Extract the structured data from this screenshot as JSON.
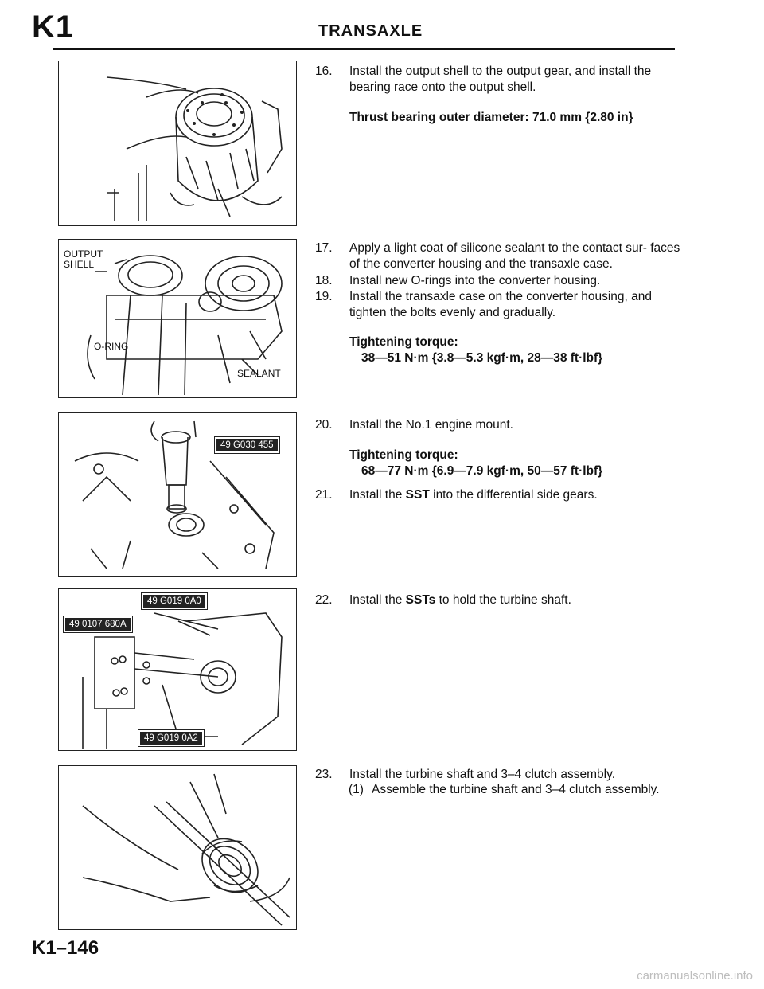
{
  "header": {
    "section_code": "K1",
    "title": "TRANSAXLE"
  },
  "footer": {
    "page_number": "K1–146",
    "watermark": "carmanualsonline.info"
  },
  "figures": {
    "fig2": {
      "label_output_shell": "OUTPUT\nSHELL",
      "label_o_ring": "O-RING",
      "label_sealant": "SEALANT"
    },
    "fig3": {
      "tag": "49 G030 455"
    },
    "fig4": {
      "tag_a": "49 0107 680A",
      "tag_b": "49 G019 0A0",
      "tag_c": "49 G019 0A2"
    }
  },
  "steps": {
    "s16": {
      "num": "16.",
      "text": "Install the output shell to the output gear, and install the bearing race onto the output shell."
    },
    "spec16": "Thrust bearing outer diameter: 71.0 mm {2.80 in}",
    "s17": {
      "num": "17.",
      "text": "Apply a light coat of silicone sealant to the contact sur- faces of the converter housing and the transaxle case."
    },
    "s18": {
      "num": "18.",
      "text": "Install new O-rings into the converter housing."
    },
    "s19": {
      "num": "19.",
      "text": "Install the transaxle case on the converter housing, and tighten the bolts evenly and gradually."
    },
    "torque19_title": "Tightening torque:",
    "torque19_value": "38—51 N·m {3.8—5.3 kgf·m, 28—38 ft·lbf}",
    "s20": {
      "num": "20.",
      "text": "Install the No.1 engine mount."
    },
    "torque20_title": "Tightening torque:",
    "torque20_value": "68—77 N·m {6.9—7.9 kgf·m, 50—57 ft·lbf}",
    "s21": {
      "num": "21.",
      "pre": "Install the ",
      "bold": "SST",
      "post": " into the differential side gears."
    },
    "s22": {
      "num": "22.",
      "pre": "Install the ",
      "bold": "SSTs",
      "post": " to hold the turbine shaft."
    },
    "s23": {
      "num": "23.",
      "text": "Install the turbine shaft and 3–4 clutch assembly."
    },
    "s23_1": {
      "num": "(1)",
      "text": "Assemble the turbine shaft and 3–4 clutch assembly."
    }
  }
}
